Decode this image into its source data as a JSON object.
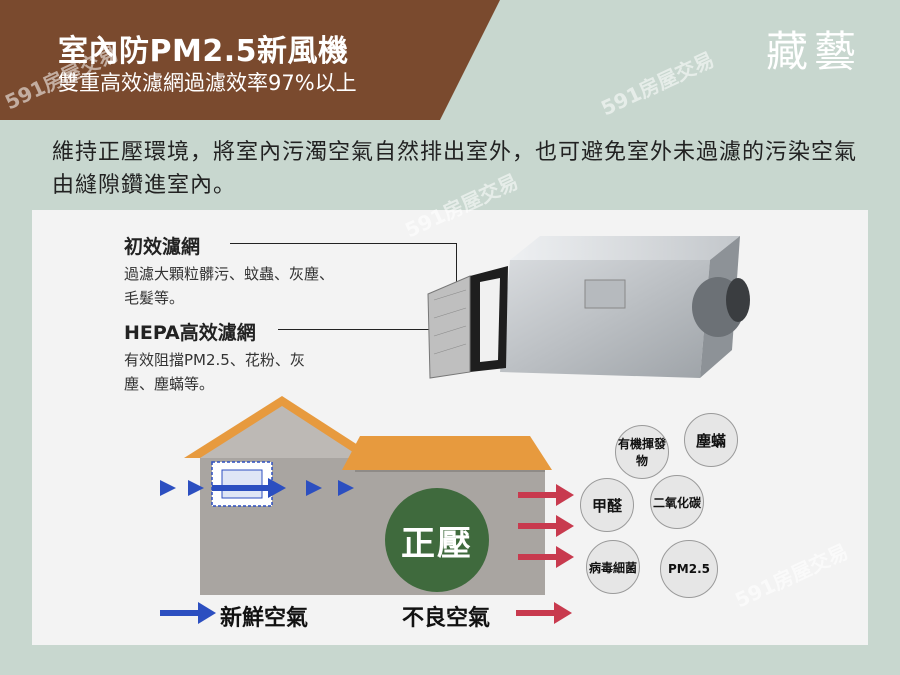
{
  "header": {
    "title": "室內防PM2.5新風機",
    "subtitle": "雙重高效濾網過濾效率97%以上",
    "logo": "藏藝"
  },
  "description": "維持正壓環境，將室內污濁空氣自然排出室外，也可避免室外未過濾的污染空氣由縫隙鑽進室內。",
  "filters": [
    {
      "title": "初效濾網",
      "text": "過濾大顆粒髒污、蚊蟲、灰塵、毛髮等。"
    },
    {
      "title": "HEPA高效濾網",
      "text": "有效阻擋PM2.5、花粉、灰塵、塵蟎等。"
    }
  ],
  "diagram": {
    "center_label": "正壓",
    "pollutants": [
      "有機揮發物",
      "塵蟎",
      "甲醛",
      "二氧化碳",
      "病毒細菌",
      "PM2.5"
    ],
    "fresh_air_label": "新鮮空氣",
    "bad_air_label": "不良空氣"
  },
  "colors": {
    "banner": "#7a4a2e",
    "fresh_air": "#2c4fc0",
    "bad_air": "#c83a4e",
    "pressure": "#3f6a3d",
    "roof": "#e79a3e",
    "house": "#a9a5a1"
  },
  "watermark": "591房屋交易"
}
